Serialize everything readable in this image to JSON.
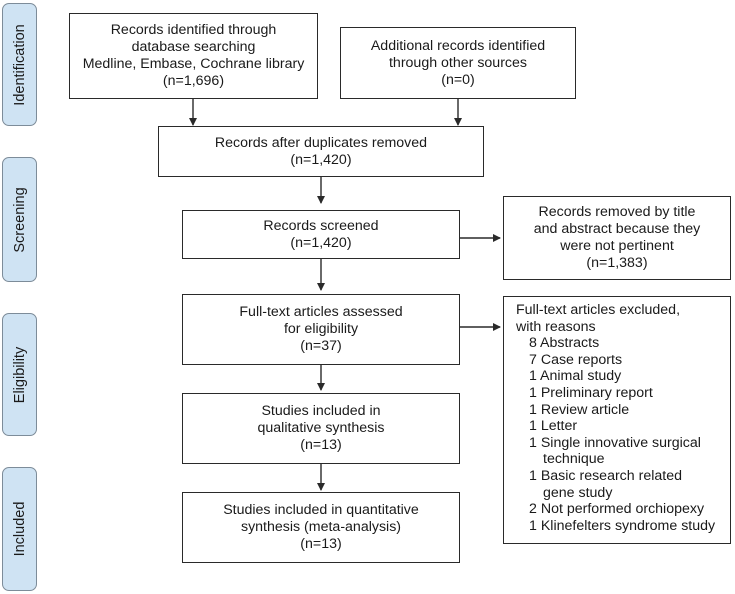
{
  "stages": [
    {
      "id": "identification",
      "label": "Identification"
    },
    {
      "id": "screening",
      "label": "Screening"
    },
    {
      "id": "eligibility",
      "label": "Eligibility"
    },
    {
      "id": "included",
      "label": "Included"
    }
  ],
  "boxes": {
    "database": {
      "lines": [
        "Records identified through",
        "database searching",
        "Medline, Embase, Cochrane library",
        "(n=1,696)"
      ]
    },
    "other_sources": {
      "lines": [
        "Additional records identified",
        "through other sources",
        "(n=0)"
      ]
    },
    "duplicates_removed": {
      "lines": [
        "Records after duplicates removed",
        "(n=1,420)"
      ]
    },
    "screened": {
      "lines": [
        "Records screened",
        "(n=1,420)"
      ]
    },
    "removed": {
      "lines": [
        "Records removed by title",
        "and abstract because they",
        "were not pertinent",
        "(n=1,383)"
      ]
    },
    "fulltext": {
      "lines": [
        "Full-text articles assessed",
        "for eligibility",
        "(n=37)"
      ]
    },
    "qualitative": {
      "lines": [
        "Studies included in",
        "qualitative synthesis",
        "(n=13)"
      ]
    },
    "quantitative": {
      "lines": [
        "Studies included in quantitative",
        "synthesis (meta-analysis)",
        "(n=13)"
      ]
    }
  },
  "excluded": {
    "header": [
      "Full-text articles excluded,",
      "with reasons"
    ],
    "items": [
      {
        "text": "8 Abstracts"
      },
      {
        "text": "7 Case reports"
      },
      {
        "text": "1 Animal study"
      },
      {
        "text": "1 Preliminary report"
      },
      {
        "text": "1 Review article"
      },
      {
        "text": "1 Letter"
      },
      {
        "text": "1 Single innovative surgical",
        "cont": "technique"
      },
      {
        "text": "1 Basic research related",
        "cont": "gene study"
      },
      {
        "text": "2 Not performed orchiopexy"
      },
      {
        "text": "1 Klinefelters syndrome study"
      }
    ]
  }
}
